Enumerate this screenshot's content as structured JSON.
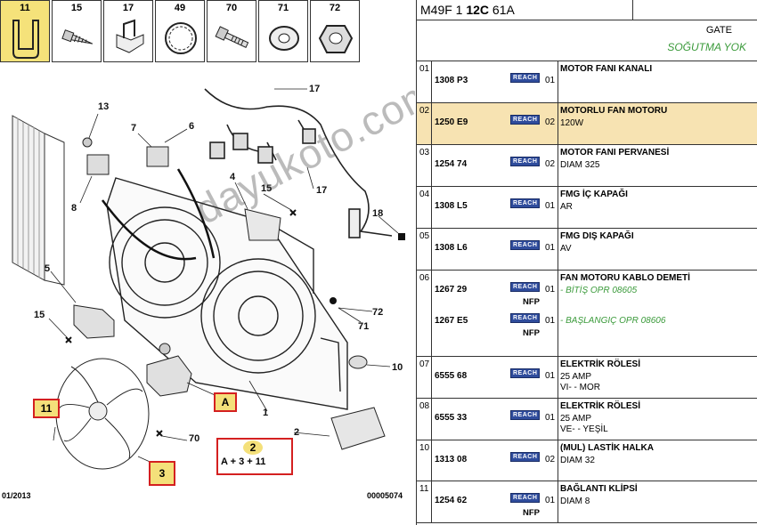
{
  "thumbnails": [
    {
      "num": "11",
      "selected": true
    },
    {
      "num": "15",
      "selected": false
    },
    {
      "num": "17",
      "selected": false
    },
    {
      "num": "49",
      "selected": false
    },
    {
      "num": "70",
      "selected": false
    },
    {
      "num": "71",
      "selected": false
    },
    {
      "num": "72",
      "selected": false
    }
  ],
  "diagram": {
    "callouts": [
      "17",
      "13",
      "7",
      "6",
      "17",
      "8",
      "4",
      "15",
      "18",
      "5",
      "15",
      "72",
      "71",
      "10",
      "A",
      "11",
      "3",
      "70",
      "2",
      "1"
    ],
    "boxed": {
      "part11": "11",
      "partA": "A",
      "part3": "3",
      "assembly_num": "2",
      "assembly_formula": "A + 3 + 11"
    },
    "footer_date": "01/2013",
    "footer_code": "00005074",
    "watermark": "dayukoto.com"
  },
  "header": {
    "model_prefix": "M49F 1 ",
    "model_bold": "12C",
    "model_suffix": " 61A"
  },
  "gate": {
    "label": "GATE",
    "value": "SOĞUTMA YOK"
  },
  "reach_label": "REACH",
  "nfp_label": "NFP",
  "parts": [
    {
      "idx": "01",
      "ref": "1308 P3",
      "qty": "01",
      "desc": "MOTOR FANI KANALI",
      "lines": []
    },
    {
      "idx": "02",
      "ref": "1250 E9",
      "qty": "02",
      "desc": "MOTORLU FAN MOTORU",
      "lines": [
        "120W"
      ]
    },
    {
      "idx": "03",
      "ref": "1254 74",
      "qty": "02",
      "desc": "MOTOR FANI PERVANESİ",
      "lines": [
        "DIAM 325"
      ]
    },
    {
      "idx": "04",
      "ref": "1308 L5",
      "qty": "01",
      "desc": "FMG İÇ KAPAĞI",
      "lines": [
        "AR"
      ]
    },
    {
      "idx": "05",
      "ref": "1308 L6",
      "qty": "01",
      "desc": "FMG DIŞ KAPAĞI",
      "lines": [
        "AV"
      ]
    },
    {
      "idx": "06",
      "ref": "1267 29",
      "qty": "01",
      "desc": "FAN MOTORU KABLO DEMETİ",
      "lines": [
        "- BİTİŞ OPR 08605"
      ],
      "ref2": "1267 E5",
      "qty2": "01",
      "lines2": [
        "- BAŞLANGIÇ OPR 08606"
      ]
    },
    {
      "idx": "07",
      "ref": "6555 68",
      "qty": "01",
      "desc": "ELEKTRİK RÖLESİ",
      "lines": [
        "25 AMP",
        "VI- - MOR"
      ]
    },
    {
      "idx": "08",
      "ref": "6555 33",
      "qty": "01",
      "desc": "ELEKTRİK RÖLESİ",
      "lines": [
        "25 AMP",
        "VE- - YEŞİL"
      ]
    },
    {
      "idx": "10",
      "ref": "1313 08",
      "qty": "02",
      "desc": "(MUL) LASTİK HALKA",
      "lines": [
        "DIAM 32"
      ]
    },
    {
      "idx": "11",
      "ref": "1254 62",
      "qty": "01",
      "desc": "BAĞLANTI KLİPSİ",
      "lines": [
        "DIAM 8"
      ]
    }
  ]
}
